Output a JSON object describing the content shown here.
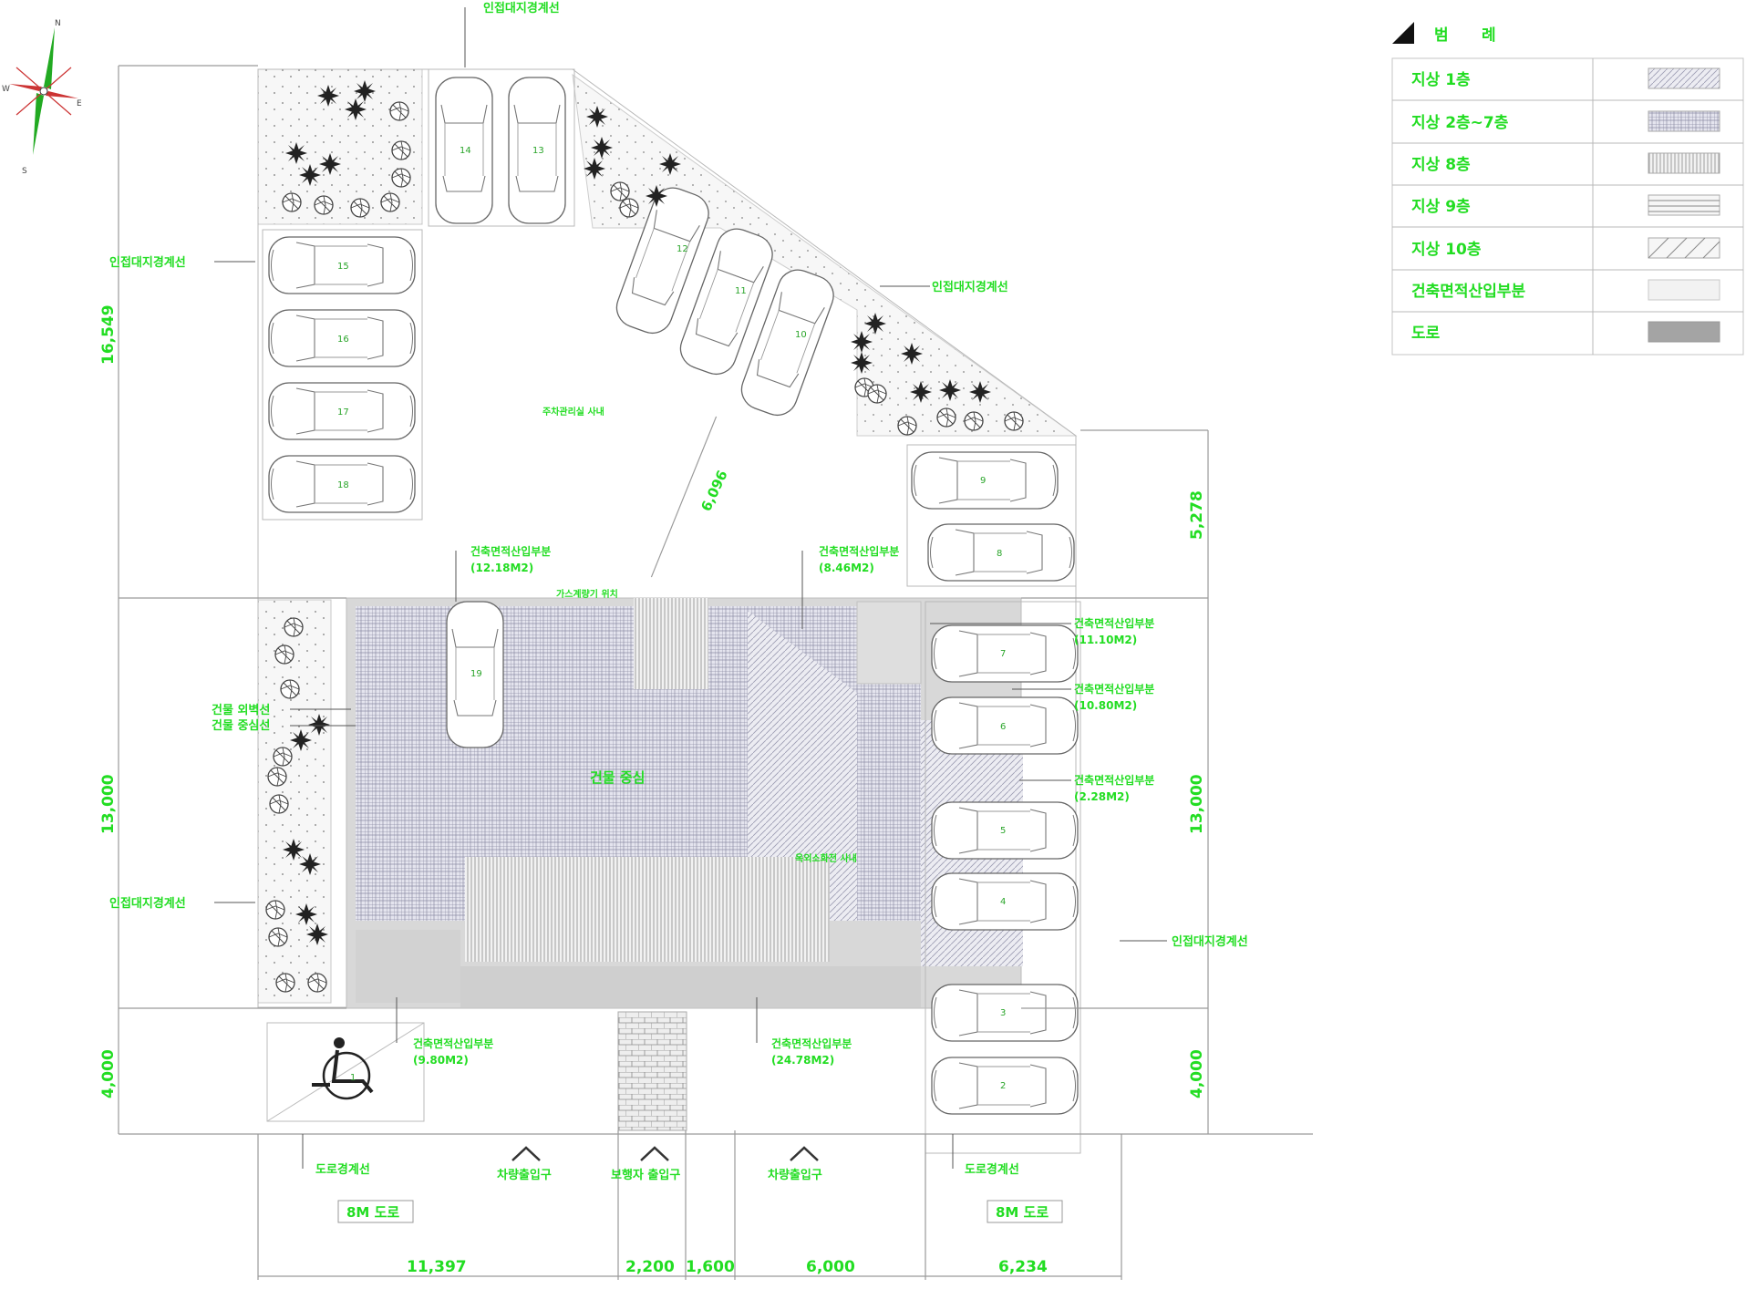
{
  "north_arrow": {
    "letters": [
      "N",
      "E",
      "S",
      "W"
    ]
  },
  "legend": {
    "title_a": "범",
    "title_b": "례",
    "items": [
      {
        "label": "지상 1층",
        "pattern": "diag-light"
      },
      {
        "label": "지상 2층~7층",
        "pattern": "diag-dense"
      },
      {
        "label": "지상 8층",
        "pattern": "vertical"
      },
      {
        "label": "지상 9층",
        "pattern": "horizontal"
      },
      {
        "label": "지상 10층",
        "pattern": "diag-wide"
      },
      {
        "label": "건축면적산입부분",
        "pattern": "plain"
      },
      {
        "label": "도로",
        "pattern": "solid-gray"
      }
    ]
  },
  "labels": {
    "adjacent_boundary": "인접대지경계선",
    "road_boundary": "도로경계선",
    "building_outer": "건물 외벽선",
    "building_center": "건물 중심선",
    "vehicle_entrance": "차량출입구",
    "pedestrian_entrance": "보행자 출입구",
    "road_8m": "8M 도로",
    "building_center_label": "건물 중심",
    "gas_meter": "가스계량기 위치",
    "fire_hydrant": "옥외소화전 사내",
    "parking_note": "주차관리실 사내"
  },
  "area_callouts": [
    {
      "text": "건축면적산입부분",
      "area": "(12.18M2)"
    },
    {
      "text": "건축면적산입부분",
      "area": "(8.46M2)"
    },
    {
      "text": "건축면적산입부분",
      "area": "(11.10M2)"
    },
    {
      "text": "건축면적산입부분",
      "area": "(10.80M2)"
    },
    {
      "text": "건축면적산입부분",
      "area": "(2.28M2)"
    },
    {
      "text": "건축면적산입부분",
      "area": "(9.80M2)"
    },
    {
      "text": "건축면적산입부분",
      "area": "(24.78M2)"
    }
  ],
  "dimensions": {
    "left": [
      "16,549",
      "13,000",
      "4,000"
    ],
    "right": [
      "5,278",
      "13,000",
      "4,000"
    ],
    "bottom": [
      "11,397",
      "2,200",
      "1,600",
      "6,000",
      "6,234"
    ],
    "diagonal": "6,096"
  },
  "parking_numbers": [
    "14",
    "13",
    "15",
    "16",
    "17",
    "18",
    "12",
    "11",
    "10",
    "9",
    "8",
    "7",
    "6",
    "5",
    "4",
    "3",
    "2",
    "1",
    "19"
  ]
}
